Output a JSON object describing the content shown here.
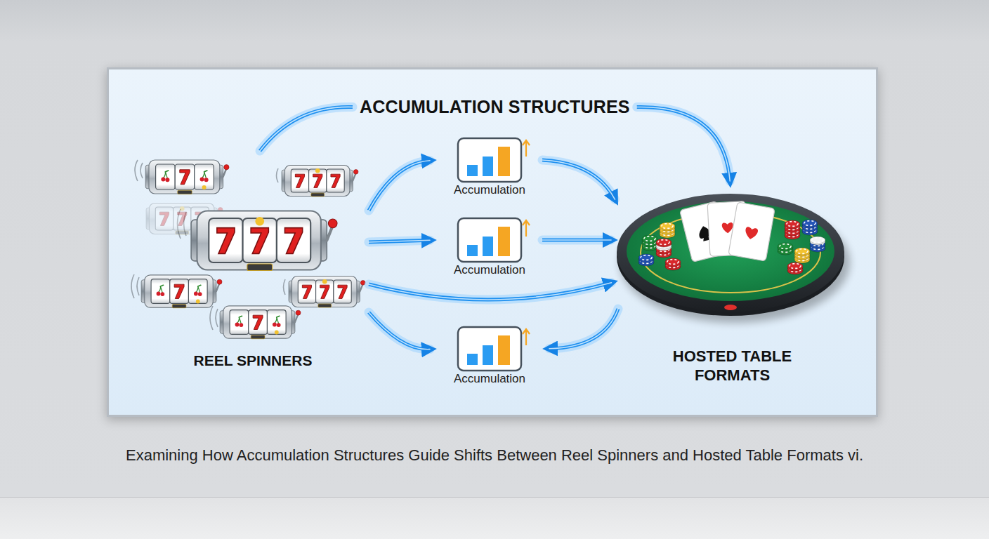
{
  "diagram": {
    "caption": "Examining How Accumulation Structures Guide Shifts Between Reel Spinners and Hosted Table Formats vi.",
    "nodes": [
      {
        "text": [
          "ACCUMULATION STRUCTURES"
        ]
      },
      {
        "text": [
          "REEL SPINNERS"
        ]
      },
      {
        "text": [
          "Accumulation"
        ]
      },
      {
        "text": [
          "Accumulation"
        ]
      },
      {
        "text": [
          "Accumulation"
        ]
      },
      {
        "text": [
          "HOSTED TABLE FORMATS"
        ]
      }
    ],
    "edges": [
      {
        "from": 1,
        "to": 0,
        "arrow": "none"
      },
      {
        "from": 0,
        "to": 5,
        "arrow": "to"
      },
      {
        "from": 1,
        "to": 2,
        "arrow": "to"
      },
      {
        "from": 2,
        "to": 5,
        "arrow": "to"
      },
      {
        "from": 1,
        "to": 3,
        "arrow": "to"
      },
      {
        "from": 3,
        "to": 5,
        "arrow": "to"
      },
      {
        "from": 1,
        "to": 5,
        "arrow": "to"
      },
      {
        "from": 1,
        "to": 4,
        "arrow": "to"
      },
      {
        "from": 5,
        "to": 4,
        "arrow": "to"
      }
    ]
  }
}
